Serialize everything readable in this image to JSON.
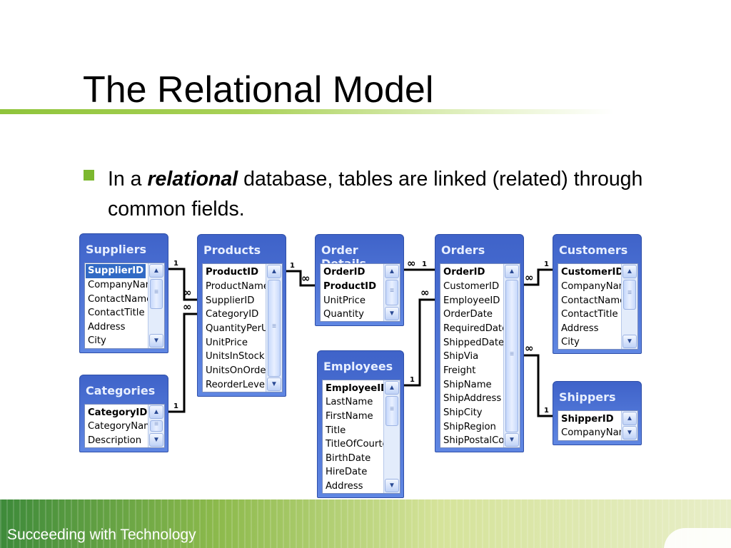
{
  "slide": {
    "title": "The Relational Model",
    "bullet_prefix": "In a ",
    "bullet_emph": "relational",
    "bullet_rest": " database, tables are linked (related) through common fields.",
    "footer": "Succeeding with Technology",
    "colors": {
      "accent_green": "#7cb82f",
      "table_header_blue": "#4a70d6"
    }
  },
  "tables": {
    "suppliers": {
      "title": "Suppliers",
      "fields": [
        "SupplierID",
        "CompanyNam",
        "ContactName",
        "ContactTitle",
        "Address",
        "City"
      ]
    },
    "products": {
      "title": "Products",
      "fields": [
        "ProductID",
        "ProductName",
        "SupplierID",
        "CategoryID",
        "QuantityPerU",
        "UnitPrice",
        "UnitsInStock",
        "UnitsOnOrder",
        "ReorderLevel"
      ]
    },
    "order_details": {
      "title": "Order Details",
      "fields": [
        "OrderID",
        "ProductID",
        "UnitPrice",
        "Quantity"
      ]
    },
    "orders": {
      "title": "Orders",
      "fields": [
        "OrderID",
        "CustomerID",
        "EmployeeID",
        "OrderDate",
        "RequiredDate",
        "ShippedDate",
        "ShipVia",
        "Freight",
        "ShipName",
        "ShipAddress",
        "ShipCity",
        "ShipRegion",
        "ShipPostalCoc"
      ]
    },
    "customers": {
      "title": "Customers",
      "fields": [
        "CustomerID",
        "CompanyNam",
        "ContactName",
        "ContactTitle",
        "Address",
        "City"
      ]
    },
    "categories": {
      "title": "Categories",
      "fields": [
        "CategoryID",
        "CategoryNam",
        "Description"
      ]
    },
    "employees": {
      "title": "Employees",
      "fields": [
        "EmployeeID",
        "LastName",
        "FirstName",
        "Title",
        "TitleOfCourte",
        "BirthDate",
        "HireDate",
        "Address"
      ]
    },
    "shippers": {
      "title": "Shippers",
      "fields": [
        "ShipperID",
        "CompanyNam"
      ]
    }
  },
  "relationships": {
    "one_label": "1",
    "many_label": "∞"
  }
}
